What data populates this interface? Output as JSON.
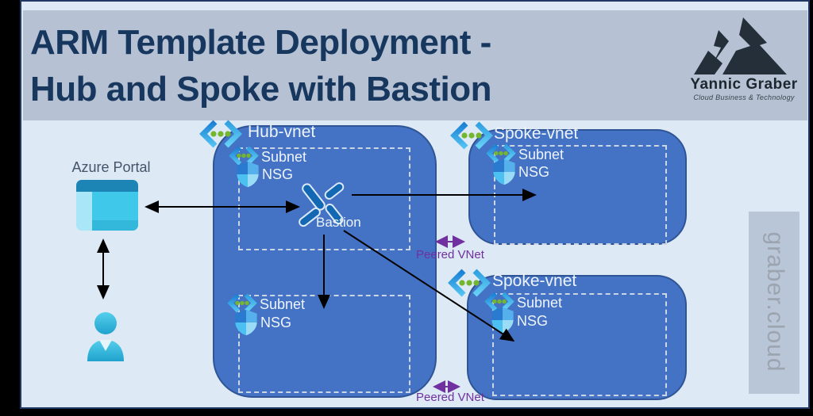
{
  "title": {
    "line1": "ARM Template Deployment -",
    "line2": "Hub and Spoke with Bastion"
  },
  "logo": {
    "name": "Yannic Graber",
    "tagline": "Cloud Business & Technology"
  },
  "watermark": {
    "text": "graber.cloud"
  },
  "portal": {
    "label": "Azure Portal"
  },
  "hub": {
    "label": "Hub-vnet",
    "bastion_label": "Bastion",
    "subnet_top": {
      "subnet": "Subnet",
      "nsg": "NSG"
    },
    "subnet_bottom": {
      "subnet": "Subnet",
      "nsg": "NSG"
    }
  },
  "spoke_top": {
    "label": "Spoke-vnet",
    "subnet": {
      "subnet": "Subnet",
      "nsg": "NSG"
    }
  },
  "spoke_bottom": {
    "label": "Spoke-vnet",
    "subnet": {
      "subnet": "Subnet",
      "nsg": "NSG"
    }
  },
  "peering": {
    "top": "Peered VNet",
    "bottom": "Peered VNet"
  },
  "icons": {
    "vnet": "angle-brackets-with-green-dots",
    "subnet": "small-angle-brackets-with-green-dots",
    "nsg": "four-tone-shield",
    "bastion": "crossed-capsules",
    "azure_portal": "browser-window",
    "user": "person-silhouette",
    "logo_mark": "mountain"
  },
  "colors": {
    "background": "#dde9f5",
    "header_band": "#b6c2d4",
    "title_text": "#17375e",
    "vnet_box_fill": "#4472c4",
    "vnet_box_border": "#2f5597",
    "subnet_dashed": "#ccd6e3",
    "box_text": "#eef4fb",
    "peering_text": "#7030a0",
    "arrow": "#000000",
    "portal_label_text": "#44546a",
    "watermark_text": "#99a1ab"
  }
}
